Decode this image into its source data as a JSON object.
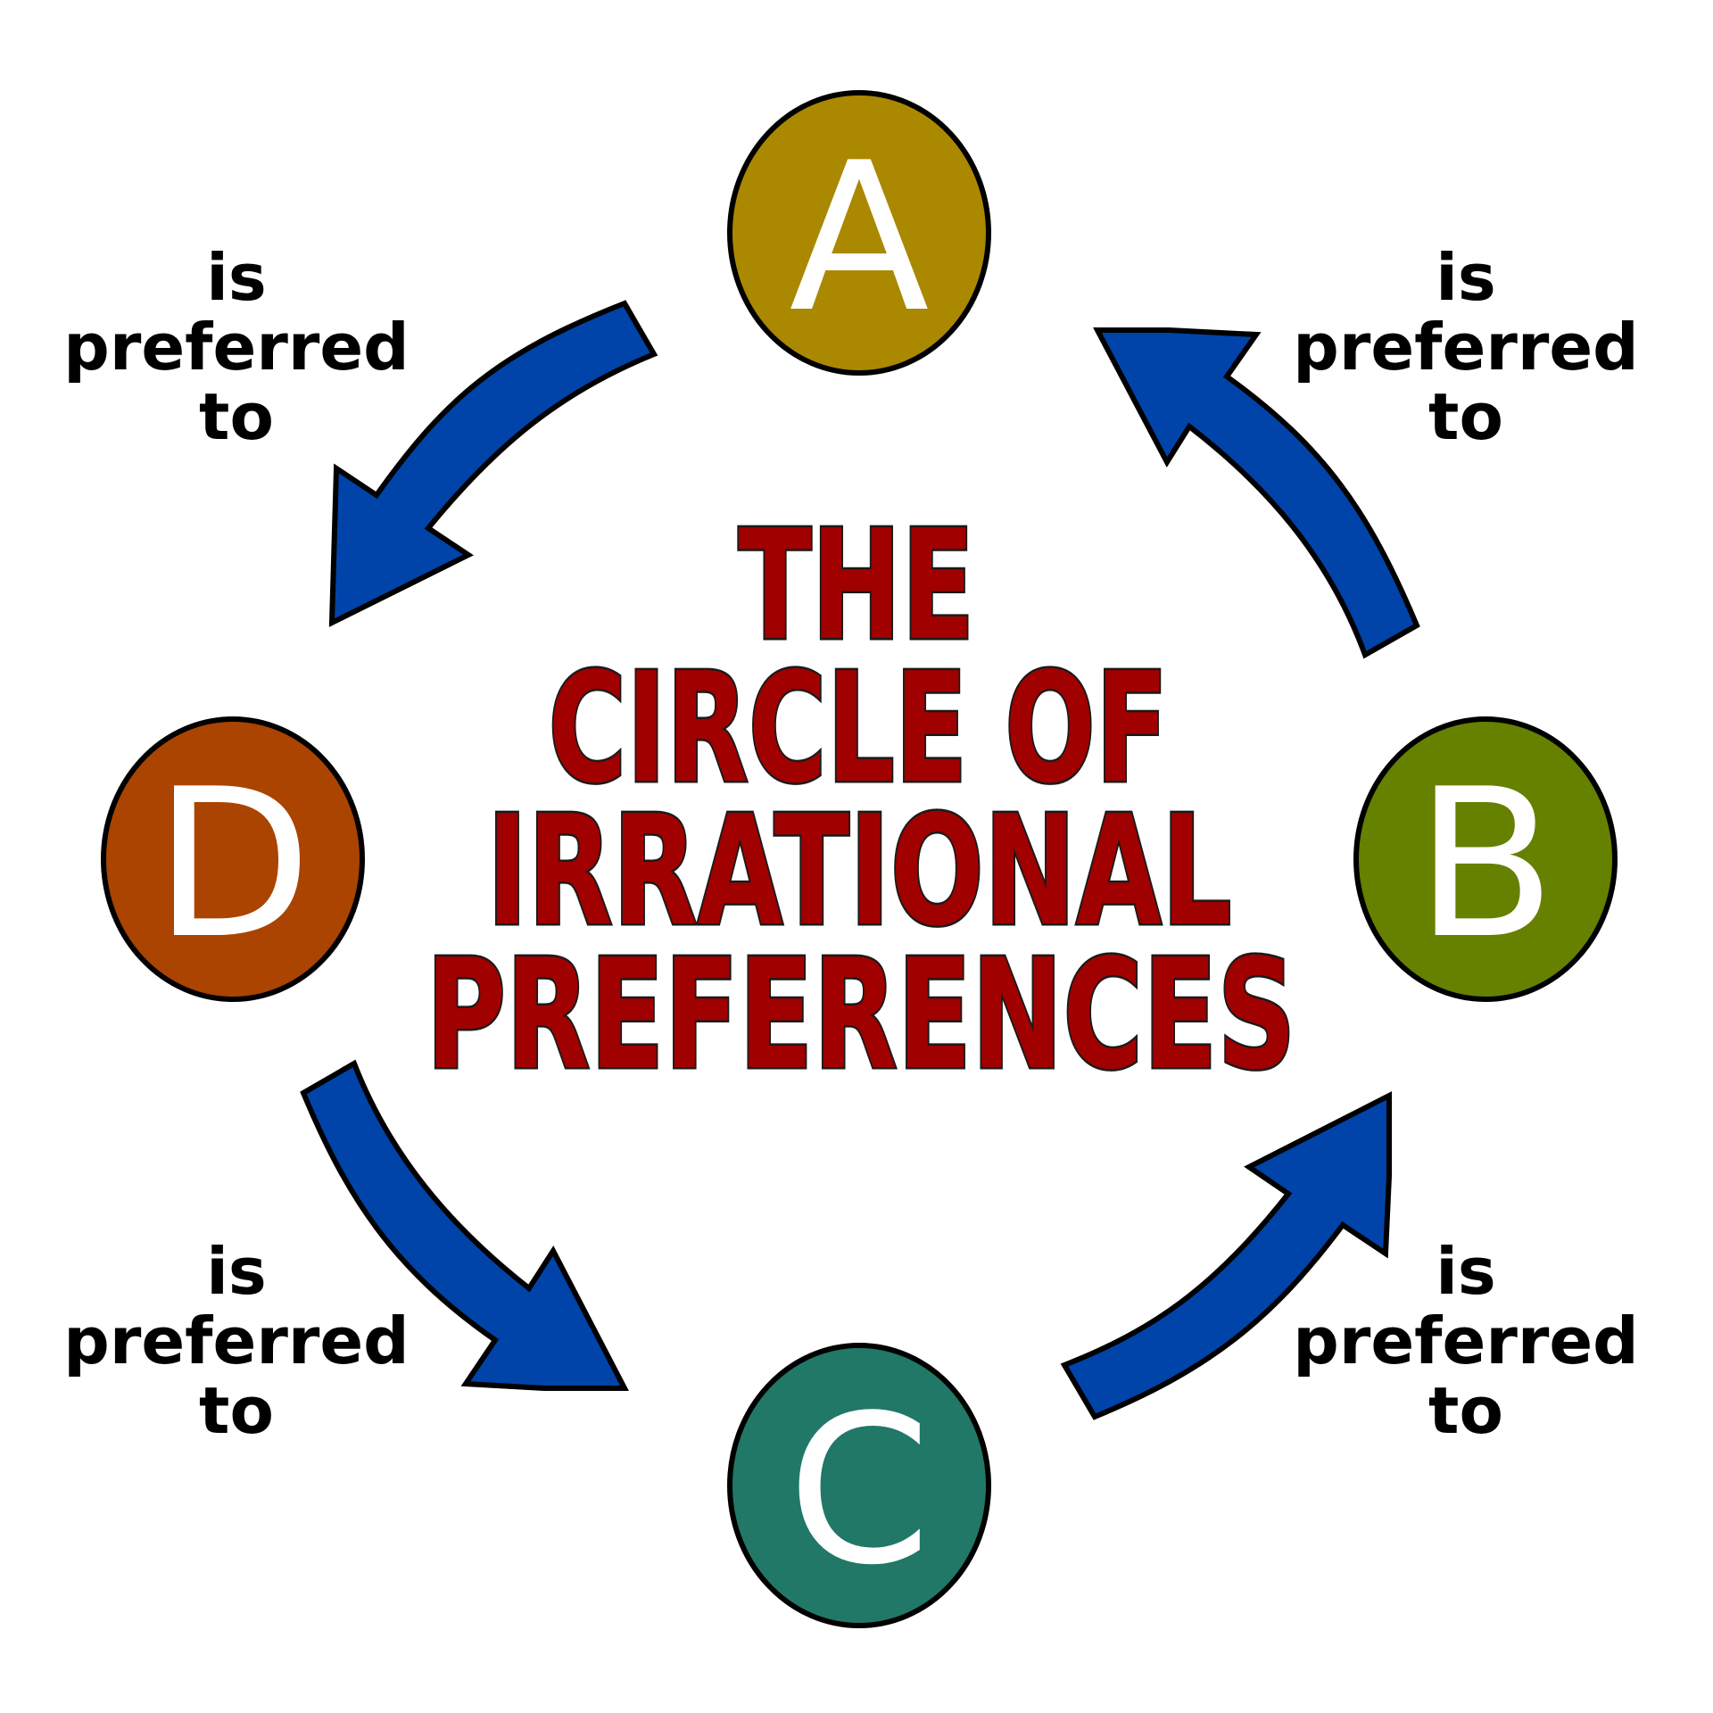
{
  "title_lines": [
    "THE",
    "CIRCLE OF",
    "IRRATIONAL",
    "PREFERENCES"
  ],
  "title_color": "#a00000",
  "arrow_color": "#0044aa",
  "nodes": {
    "a": {
      "letter": "A",
      "color": "#aa8800"
    },
    "b": {
      "letter": "B",
      "color": "#668000"
    },
    "c": {
      "letter": "C",
      "color": "#217867"
    },
    "d": {
      "letter": "D",
      "color": "#aa4400"
    }
  },
  "edges": [
    {
      "from": "A",
      "to": "D",
      "label": [
        "is",
        "preferred",
        "to"
      ]
    },
    {
      "from": "D",
      "to": "C",
      "label": [
        "is",
        "preferred",
        "to"
      ]
    },
    {
      "from": "C",
      "to": "B",
      "label": [
        "is",
        "preferred",
        "to"
      ]
    },
    {
      "from": "B",
      "to": "A",
      "label": [
        "is",
        "preferred",
        "to"
      ]
    }
  ]
}
